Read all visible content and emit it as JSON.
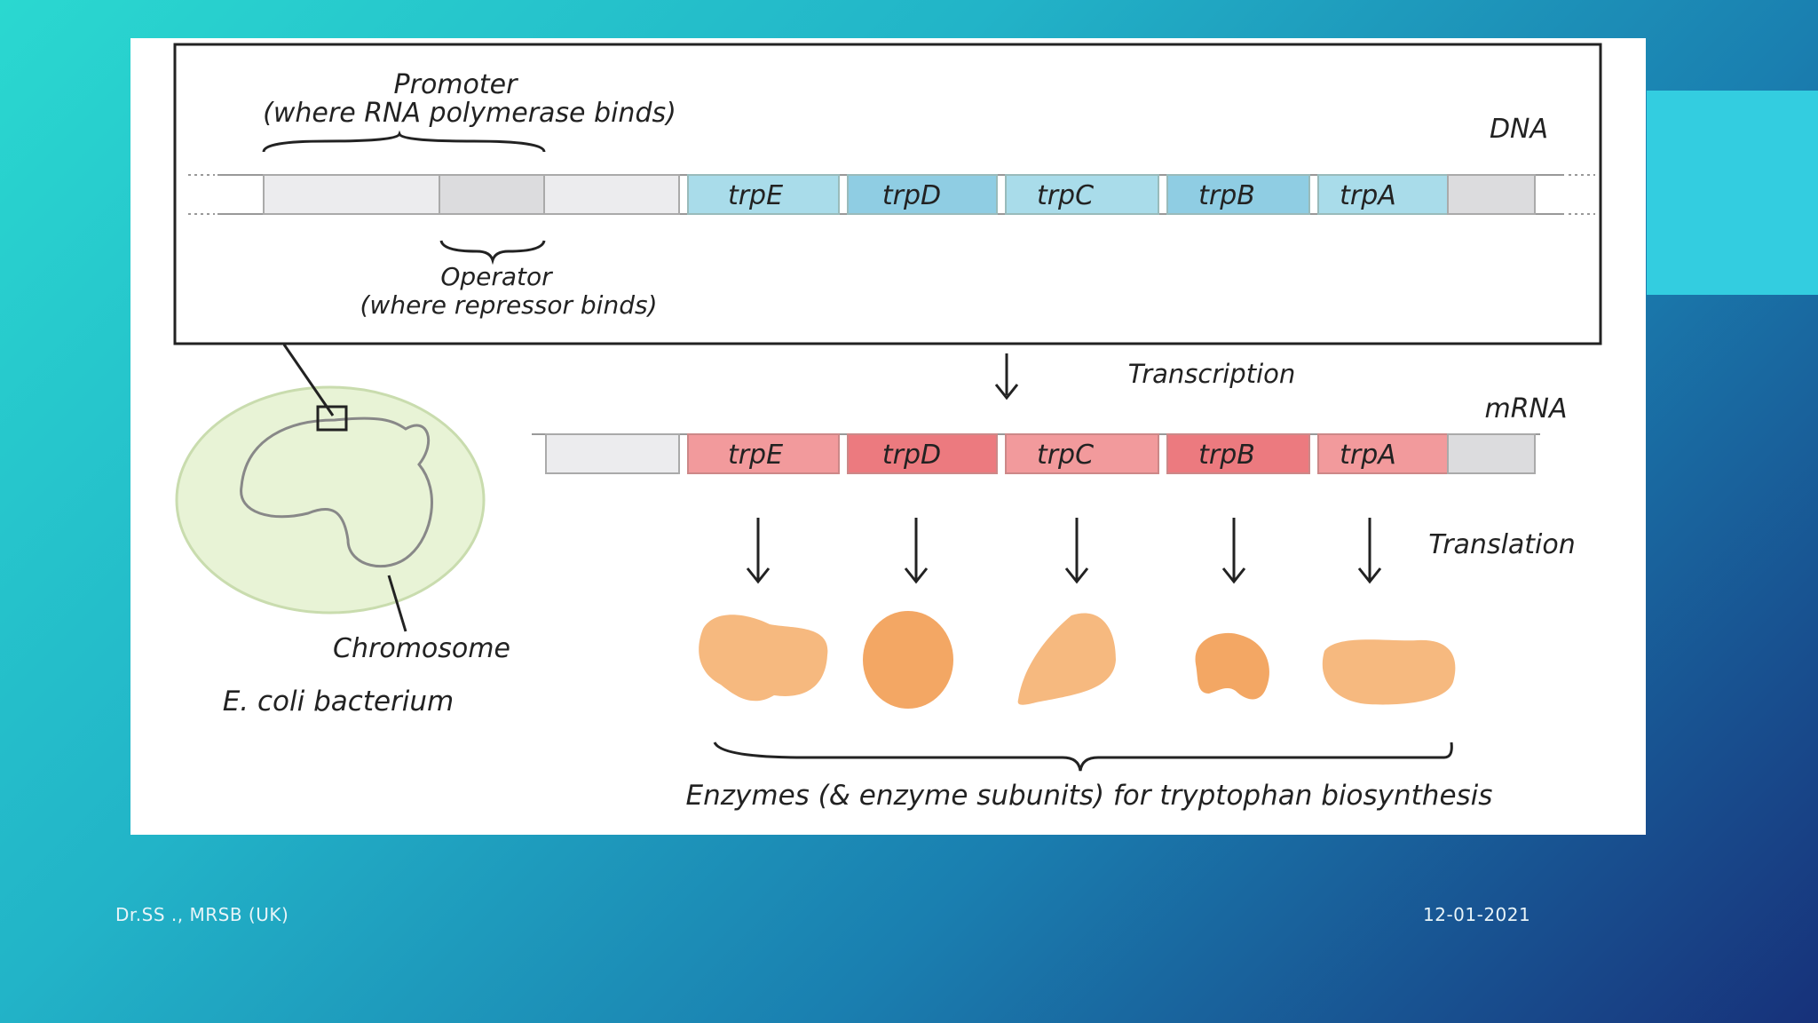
{
  "diagram": {
    "promoter_label": "Promoter",
    "promoter_note": "(where RNA polymerase binds)",
    "operator_label": "Operator",
    "operator_note": "(where repressor binds)",
    "dna_label": "DNA",
    "mrna_label": "mRNA",
    "transcription_label": "Transcription",
    "translation_label": "Translation",
    "chromosome_label": "Chromosome",
    "bacterium_label": "E. coli bacterium",
    "enzymes_label": "Enzymes (& enzyme subunits) for tryptophan biosynthesis",
    "genes": [
      "trpE",
      "trpD",
      "trpC",
      "trpB",
      "trpA"
    ],
    "colors": {
      "dna_gene": "#a9dcea",
      "dna_gene_alt": "#8fcde3",
      "mrna_gene": "#f29a9c",
      "mrna_gene_alt": "#ec7a7f",
      "enzyme": "#f6b97f",
      "enzyme_dark": "#f3a764",
      "cell": "#e8f3d6"
    }
  },
  "footer": {
    "author": "Dr.SS ., MRSB (UK)",
    "date": "12-01-2021"
  }
}
